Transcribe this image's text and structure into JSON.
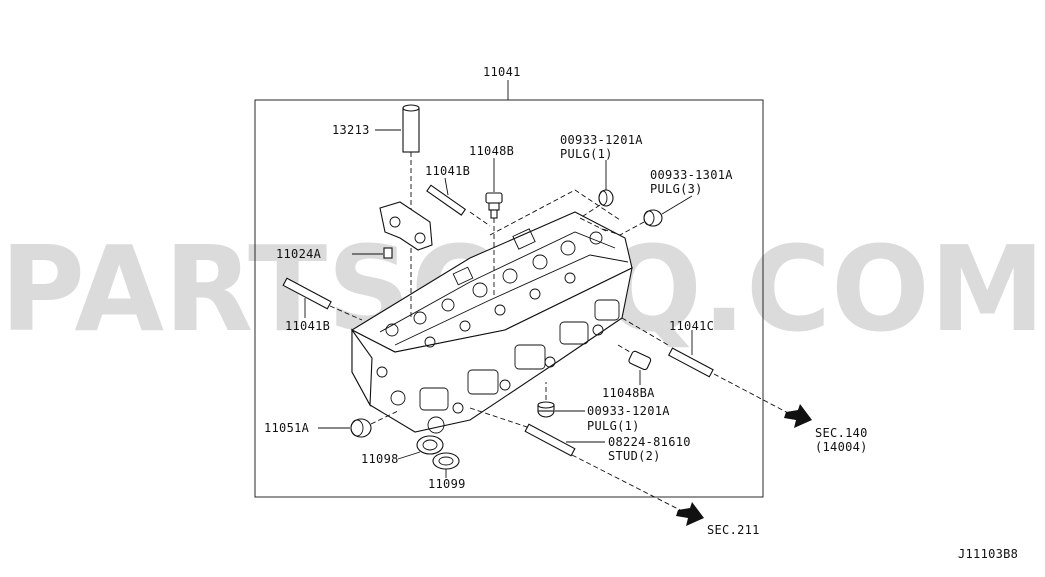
{
  "labels": {
    "assembly": "11041",
    "sleeve": "13213",
    "bolt_b": "11048B",
    "stud_top": "11041B",
    "plug1_top_part": "00933-1201A",
    "plug1_top_desc": "PULG(1)",
    "plug3_part": "00933-1301A",
    "plug3_desc": "PULG(3)",
    "dowel": "11024A",
    "stud_left": "11041B",
    "stud_right": "11041C",
    "bolt_ba": "11048BA",
    "plug1_bottom_part": "00933-1201A",
    "plug1_bottom_desc": "PULG(1)",
    "stud2_part": "08224-81610",
    "stud2_desc": "STUD(2)",
    "plug_left": "11051A",
    "seal_a": "11098",
    "seal_b": "11099",
    "sec140_a": "SEC.140",
    "sec140_b": "(14004)",
    "sec211": "SEC.211",
    "diagram_code": "J11103B8"
  },
  "watermark": "PARTSOUQ.COM",
  "icons": [
    "arrow-sec140-icon",
    "arrow-sec211-icon"
  ]
}
